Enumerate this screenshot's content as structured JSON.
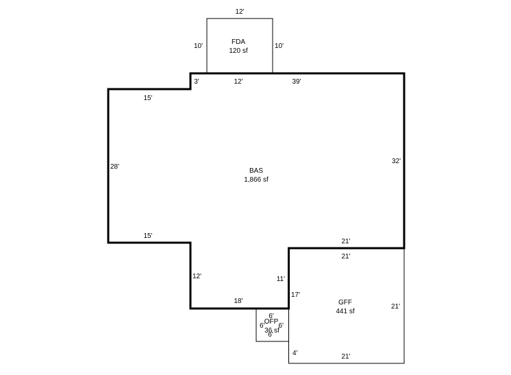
{
  "colors": {
    "line": "#000000",
    "background": "#ffffff"
  },
  "areas": {
    "fda": {
      "code": "FDA",
      "area": "120 sf"
    },
    "bas": {
      "code": "BAS",
      "area": "1,866 sf"
    },
    "gff": {
      "code": "GFF",
      "area": "441 sf"
    },
    "ofp": {
      "code": "OFP",
      "area": "36 sf"
    }
  },
  "dimensions": {
    "fda_top": "12'",
    "fda_left": "10'",
    "fda_right": "10'",
    "bas_notch": "3'",
    "bas_top_mid": "12'",
    "bas_top_right": "39'",
    "bas_upper_left": "15'",
    "bas_left": "28'",
    "bas_right": "32'",
    "bas_lower_left": "15'",
    "bas_lower_step": "21'",
    "bas_bottom_left_vert": "12'",
    "bas_bottom": "18'",
    "bas_bottom_right_vert": "11'",
    "gff_top": "21'",
    "gff_left": "17'",
    "gff_right": "21'",
    "gff_bottom": "21'",
    "gff_bottom_left": "4'",
    "ofp_top": "6'",
    "ofp_left": "6'",
    "ofp_right": "6'",
    "ofp_bottom": "6'"
  }
}
